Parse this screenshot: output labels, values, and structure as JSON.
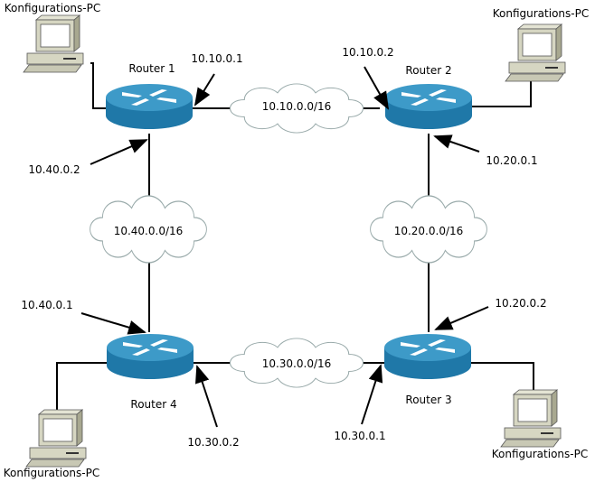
{
  "colors": {
    "router_top": "#3d9ac8",
    "router_side": "#1f78a8",
    "cloud": "#ffffff",
    "pc": "#d6d6c2",
    "line": "#000000"
  },
  "routers": [
    {
      "label": "Router 1"
    },
    {
      "label": "Router 2"
    },
    {
      "label": "Router 3"
    },
    {
      "label": "Router 4"
    }
  ],
  "pcs": [
    {
      "label": "Konfigurations-PC"
    },
    {
      "label": "Konfigurations-PC"
    },
    {
      "label": "Konfigurations-PC"
    },
    {
      "label": "Konfigurations-PC"
    }
  ],
  "networks": [
    {
      "label": "10.10.0.0/16"
    },
    {
      "label": "10.40.0.0/16"
    },
    {
      "label": "10.20.0.0/16"
    },
    {
      "label": "10.30.0.0/16"
    }
  ],
  "interfaces": [
    {
      "label": "10.10.0.1"
    },
    {
      "label": "10.10.0.2"
    },
    {
      "label": "10.40.0.2"
    },
    {
      "label": "10.20.0.1"
    },
    {
      "label": "10.40.0.1"
    },
    {
      "label": "10.20.0.2"
    },
    {
      "label": "10.30.0.2"
    },
    {
      "label": "10.30.0.1"
    }
  ]
}
